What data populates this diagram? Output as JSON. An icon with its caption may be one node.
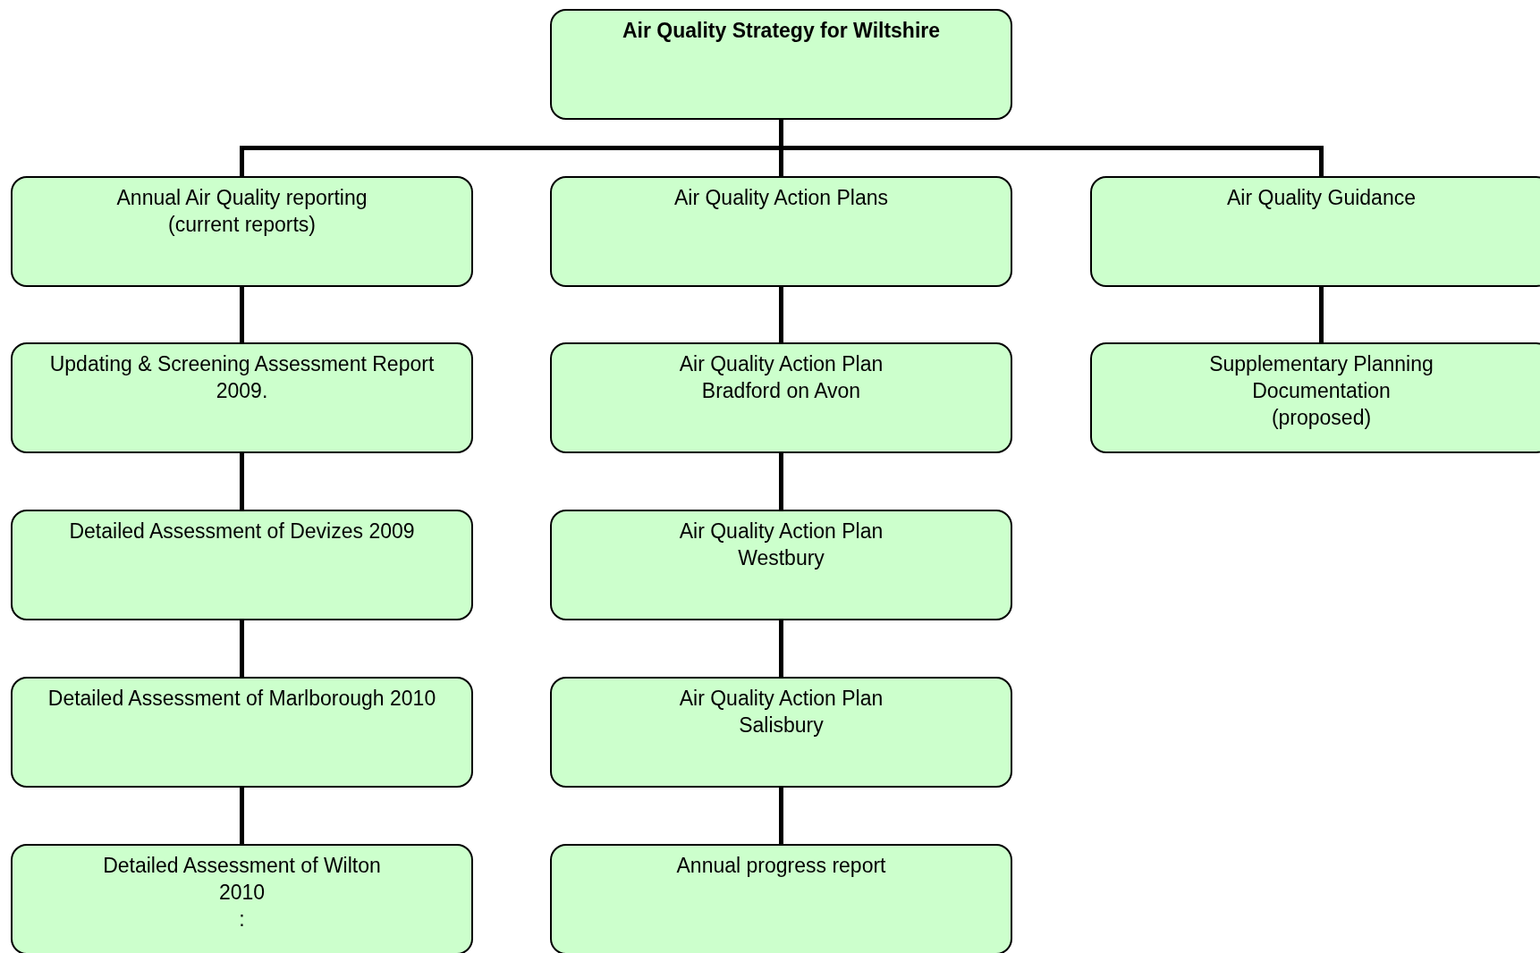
{
  "diagram": {
    "nodes": [
      {
        "text": [
          "Air Quality Strategy for Wiltshire"
        ]
      },
      {
        "text": [
          "Annual Air Quality reporting",
          "(current reports)"
        ]
      },
      {
        "text": [
          "Air Quality Action Plans"
        ]
      },
      {
        "text": [
          "Air Quality Guidance"
        ]
      },
      {
        "text": [
          "Updating & Screening Assessment Report 2009."
        ]
      },
      {
        "text": [
          "Air Quality Action Plan",
          "Bradford on Avon"
        ]
      },
      {
        "text": [
          "Supplementary Planning",
          "Documentation",
          "(proposed)"
        ]
      },
      {
        "text": [
          "Detailed Assessment of Devizes 2009"
        ]
      },
      {
        "text": [
          "Air Quality Action Plan",
          "Westbury"
        ]
      },
      {
        "text": [
          "Detailed Assessment of Marlborough 2010"
        ]
      },
      {
        "text": [
          "Air Quality Action Plan",
          "Salisbury"
        ]
      },
      {
        "text": [
          "Detailed Assessment of Wilton",
          "2010",
          ":"
        ]
      },
      {
        "text": [
          "Annual progress report"
        ]
      }
    ],
    "edges": [
      {
        "from": 0,
        "to": 1,
        "arrow": "none"
      },
      {
        "from": 0,
        "to": 2,
        "arrow": "none"
      },
      {
        "from": 0,
        "to": 3,
        "arrow": "none"
      },
      {
        "from": 1,
        "to": 4,
        "arrow": "none"
      },
      {
        "from": 4,
        "to": 7,
        "arrow": "none"
      },
      {
        "from": 7,
        "to": 9,
        "arrow": "none"
      },
      {
        "from": 9,
        "to": 11,
        "arrow": "none"
      },
      {
        "from": 2,
        "to": 5,
        "arrow": "none"
      },
      {
        "from": 5,
        "to": 8,
        "arrow": "none"
      },
      {
        "from": 8,
        "to": 10,
        "arrow": "none"
      },
      {
        "from": 10,
        "to": 12,
        "arrow": "none"
      },
      {
        "from": 3,
        "to": 6,
        "arrow": "none"
      }
    ]
  }
}
